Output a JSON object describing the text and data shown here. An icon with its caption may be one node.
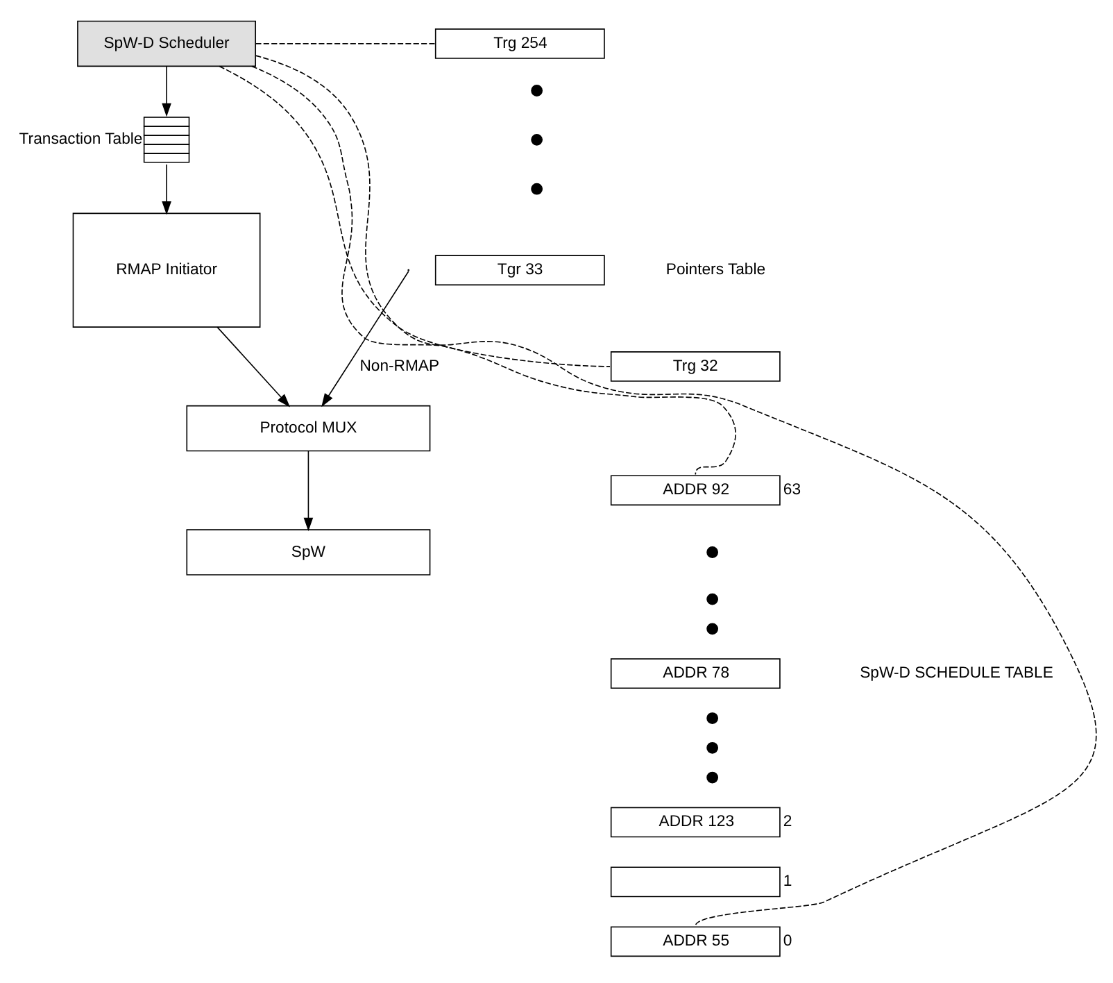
{
  "diagram": {
    "nodes": [
      {
        "text": [
          "SpW-D Scheduler"
        ]
      },
      {
        "text": [
          "Transaction Table"
        ]
      },
      {
        "text": [
          "RMAP Initiator"
        ]
      },
      {
        "text": [
          "Protocol MUX"
        ]
      },
      {
        "text": [
          "SpW"
        ]
      },
      {
        "text": [
          "Trg 254"
        ]
      },
      {
        "text": [
          "Tgr 33"
        ]
      },
      {
        "text": [
          "Trg 32"
        ]
      },
      {
        "text": [
          "ADDR 92"
        ],
        "beside": [
          "63"
        ]
      },
      {
        "text": [
          "ADDR 78"
        ]
      },
      {
        "text": [
          "ADDR 123"
        ],
        "beside": [
          "2"
        ]
      },
      {
        "text": [],
        "shape": "box",
        "beside": [
          "1"
        ]
      },
      {
        "text": [
          "ADDR 55"
        ],
        "beside": [
          "0"
        ]
      }
    ],
    "edges": [
      {
        "from": 0,
        "to": 1,
        "arrow": "to"
      },
      {
        "from": 1,
        "to": 2,
        "arrow": "to"
      },
      {
        "from": 2,
        "to": 3,
        "arrow": "to"
      },
      {
        "from": 3,
        "to": 4,
        "arrow": "to"
      },
      {
        "from": null,
        "to": 3,
        "arrow": "to",
        "label": "Non-RMAP"
      },
      {
        "from": 0,
        "to": 5,
        "arrow": "none",
        "style": "dashed"
      },
      {
        "from": 0,
        "to": 7,
        "arrow": "none",
        "style": "dashed"
      },
      {
        "from": 0,
        "to": 8,
        "arrow": "none",
        "style": "dashed"
      },
      {
        "from": 0,
        "to": 12,
        "arrow": "none",
        "style": "dashed"
      }
    ],
    "labels": [
      "Pointers Table",
      "SpW-D SCHEDULE TABLE"
    ]
  }
}
